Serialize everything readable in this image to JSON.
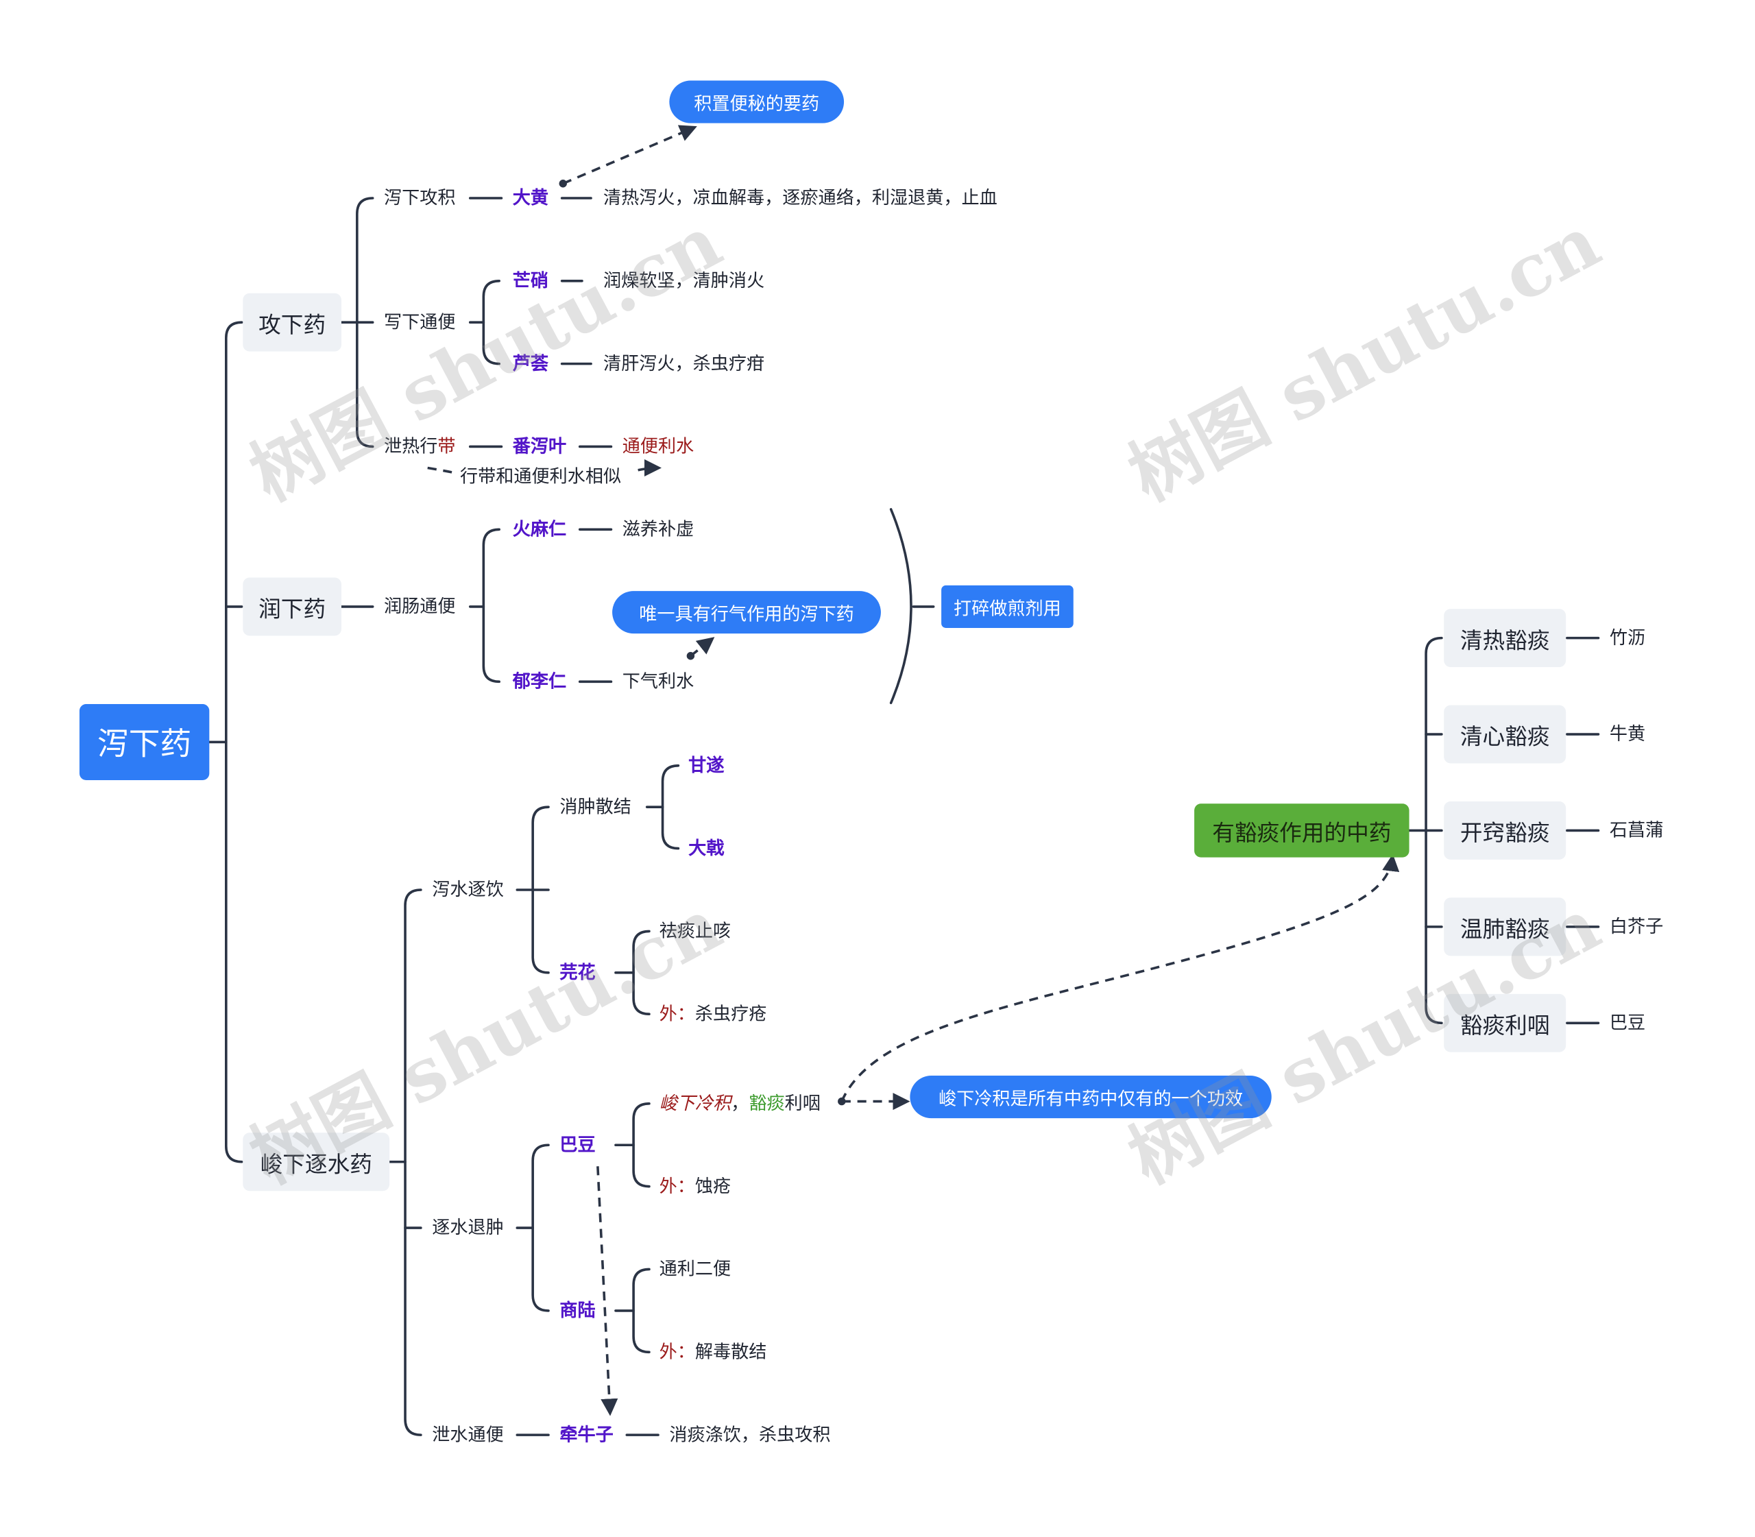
{
  "root": {
    "label": "泻下药"
  },
  "branch1": {
    "label": "攻下药",
    "sub1": {
      "label": "泻下攻积",
      "herb": "大黄",
      "desc": "清热泻火，凉血解毒，逐瘀通络，利湿退黄，止血",
      "callout": "积置便秘的要药"
    },
    "sub2": {
      "label": "写下通便",
      "herb1": "芒硝",
      "desc1": "润燥软坚，清肿消火",
      "herb2": "芦荟",
      "desc2": "清肝泻火，杀虫疗疳"
    },
    "sub3": {
      "label_a": "泄热行",
      "label_b": "带",
      "herb": "番泻叶",
      "desc": "通便利水",
      "note": "行带和通便利水相似"
    }
  },
  "branch2": {
    "label": "润下药",
    "sub": "润肠通便",
    "herb1": "火麻仁",
    "desc1": "滋养补虚",
    "herb2": "郁李仁",
    "desc2": "下气利水",
    "callout": "唯一具有行气作用的泻下药",
    "brace_note": "打碎做煎剂用"
  },
  "branch3": {
    "label": "峻下逐水药",
    "g1": {
      "label": "泻水逐饮",
      "sub": "消肿散结",
      "herb_a": "甘遂",
      "herb_b": "大戟",
      "herb_c": "芫花",
      "c1": "祛痰止咳",
      "c2_pre": "外：",
      "c2": "杀虫疗疮"
    },
    "g2": {
      "label": "逐水退肿",
      "herb_a": "巴豆",
      "a1_part1": "峻下冷积",
      "a1_sep": "，",
      "a1_part2": "豁痰",
      "a1_part3": "利咽",
      "a2_pre": "外：",
      "a2": "蚀疮",
      "herb_b": "商陆",
      "b1": "通利二便",
      "b2_pre": "外：",
      "b2": "解毒散结",
      "callout": "峻下冷积是所有中药中仅有的一个功效"
    },
    "g3": {
      "label": "泄水通便",
      "herb": "牵牛子",
      "desc": "消痰涤饮，杀虫攻积"
    }
  },
  "right": {
    "label": "有豁痰作用的中药",
    "items": [
      {
        "label": "清热豁痰",
        "herb": "竹沥"
      },
      {
        "label": "清心豁痰",
        "herb": "牛黄"
      },
      {
        "label": "开窍豁痰",
        "herb": "石菖蒲"
      },
      {
        "label": "温肺豁痰",
        "herb": "白芥子"
      },
      {
        "label": "豁痰利咽",
        "herb": "巴豆"
      }
    ]
  },
  "watermark": "树图 shutu.cn",
  "colors": {
    "root": "#2e7cf6",
    "herb": "#5215c9",
    "red": "#9b1b1b",
    "green": "#5aae3a",
    "line": "#2b3445"
  }
}
